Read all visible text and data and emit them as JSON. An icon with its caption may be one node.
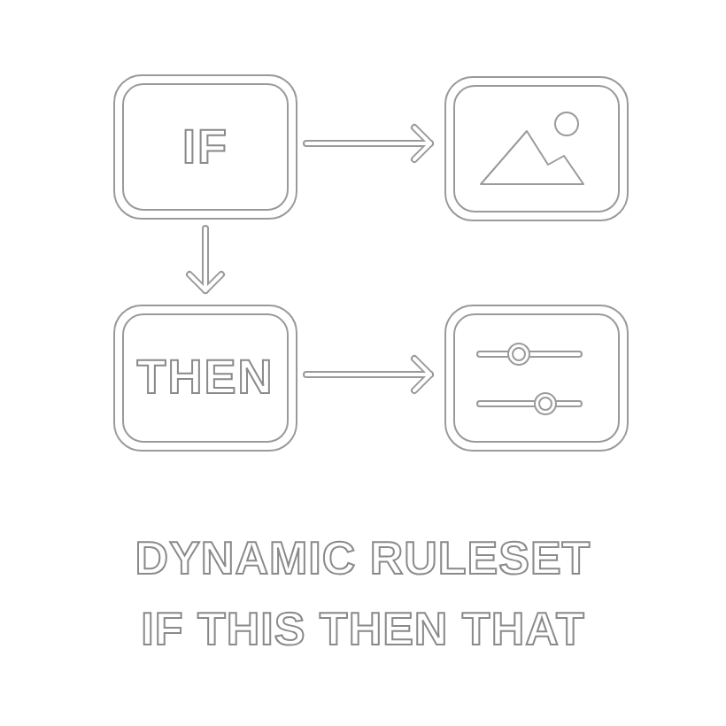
{
  "diagram": {
    "nodes": [
      {
        "text": [
          "IF"
        ]
      },
      {
        "text": [],
        "shape": "picture"
      },
      {
        "text": [
          "THEN"
        ]
      },
      {
        "text": [],
        "shape": "picture"
      }
    ],
    "edges": [
      {
        "from": 0,
        "to": 1,
        "arrow": "to"
      },
      {
        "from": 0,
        "to": 2,
        "arrow": "to"
      },
      {
        "from": 2,
        "to": 3,
        "arrow": "to"
      }
    ],
    "labels": [
      "DYNAMIC RULESET",
      "IF THIS THEN THAT"
    ]
  }
}
